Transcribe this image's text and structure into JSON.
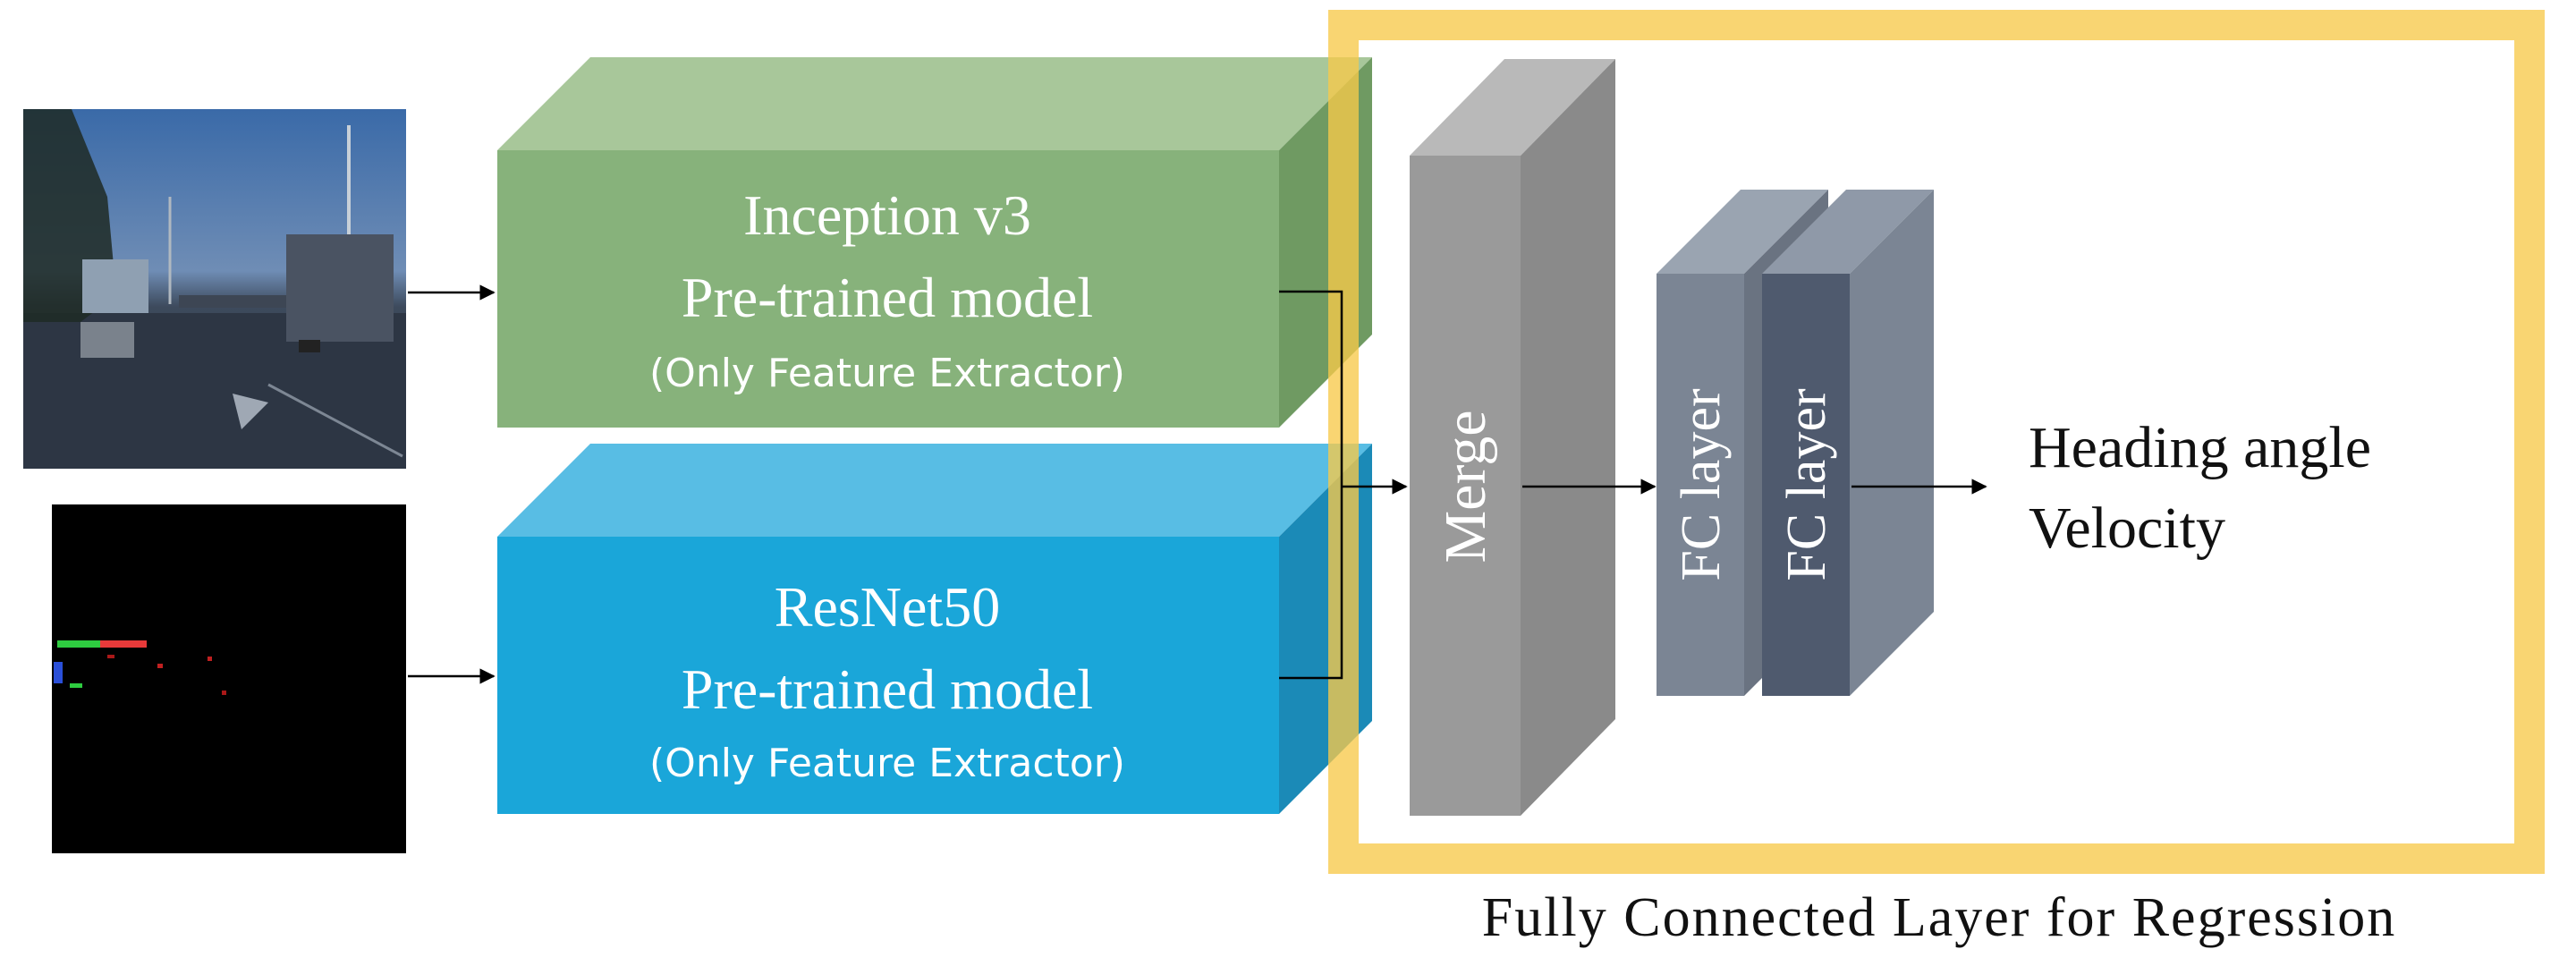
{
  "diagram": {
    "inputs": [
      {
        "name": "road-camera-image"
      },
      {
        "name": "motion-feature-image"
      }
    ],
    "inception": {
      "title": "Inception v3",
      "subtitle": "Pre-trained model",
      "note": "(Only Feature Extractor)",
      "colors": {
        "front": "#87b27b",
        "top": "#a8c79a",
        "side": "#6f9a62"
      }
    },
    "resnet": {
      "title": "ResNet50",
      "subtitle": "Pre-trained model",
      "note": "(Only Feature Extractor)",
      "colors": {
        "front": "#1aa6d9",
        "top": "#58bde4",
        "side": "#1b8ab7"
      }
    },
    "merge": {
      "label": "Merge",
      "colors": {
        "front": "#9a9a9a",
        "top": "#b9b9b9",
        "side": "#8a8a8a"
      }
    },
    "fc_layers": [
      {
        "label": "FC layer",
        "colors": {
          "front": "#7b8594",
          "top": "#9aa4b1",
          "side": "#6a7381"
        }
      },
      {
        "label": "FC layer",
        "colors": {
          "front": "#4f5a6e",
          "top": "#8f99a8",
          "side": "#7b8594"
        }
      }
    ],
    "outputs": [
      "Heading angle",
      "Velocity"
    ],
    "regression_box": {
      "label": "Fully Connected Layer for Regression",
      "color": "#f7c94a"
    }
  }
}
